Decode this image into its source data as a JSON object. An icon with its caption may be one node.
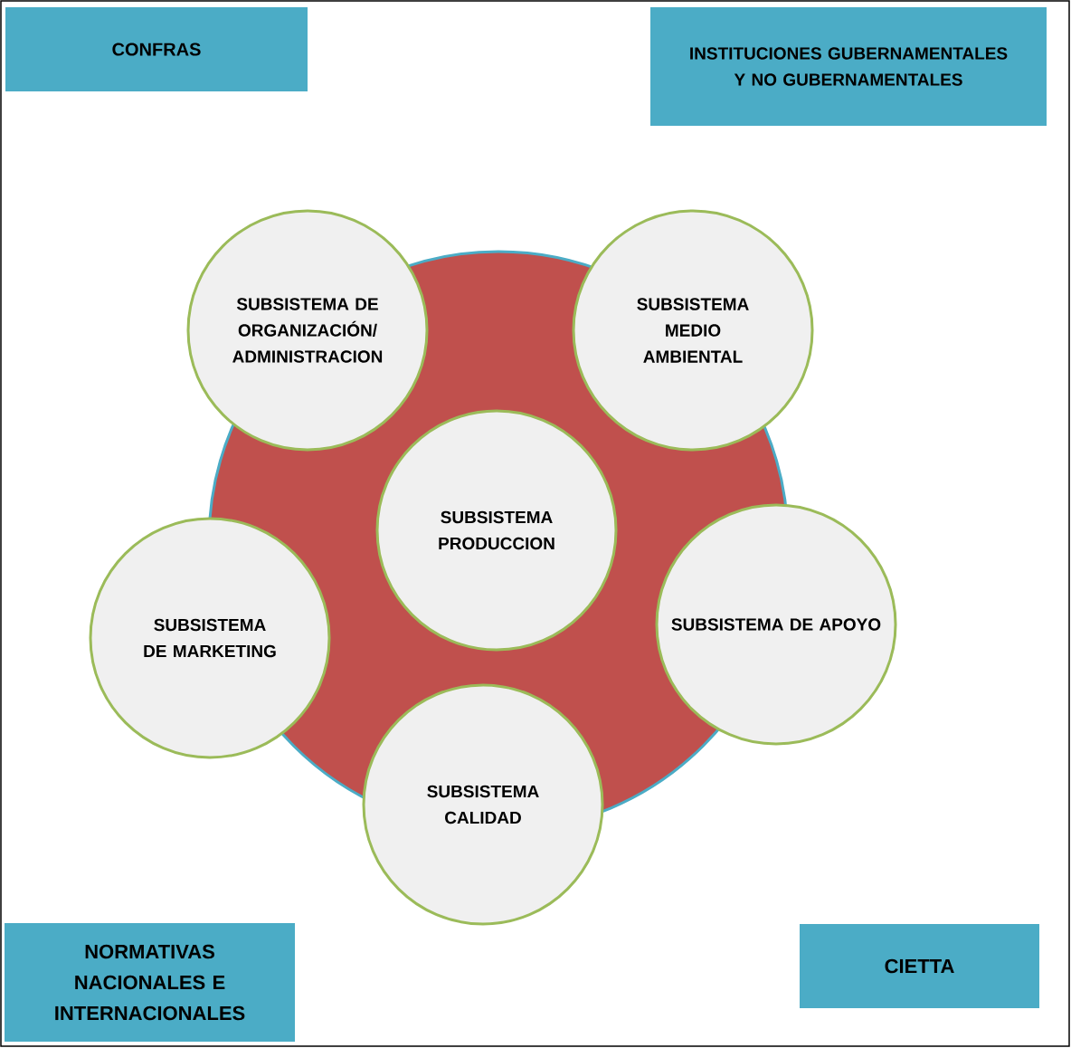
{
  "diagram": {
    "nodes": [
      {
        "text": [
          "CONFRAS"
        ]
      },
      {
        "text": [
          "INSTITUCIONES GUBERNAMENTALES Y NO GUBERNAMENTALES"
        ]
      },
      {
        "text": [
          "SUBSISTEMA DE ORGANIZACIÓN/ ADMINISTRACION"
        ]
      },
      {
        "text": [
          "SUBSISTEMA MEDIO AMBIENTAL"
        ]
      },
      {
        "text": [
          "SUBSISTEMA PRODUCCION"
        ]
      },
      {
        "text": [
          "SUBSISTEMA DE MARKETING"
        ]
      },
      {
        "text": [
          "SUBSISTEMA DE APOYO"
        ]
      },
      {
        "text": [
          "SUBSISTEMA CALIDAD"
        ]
      },
      {
        "text": [
          "NORMATIVAS NACIONALES E INTERNACIONALES"
        ]
      },
      {
        "text": [
          "CIETTA"
        ]
      }
    ]
  }
}
